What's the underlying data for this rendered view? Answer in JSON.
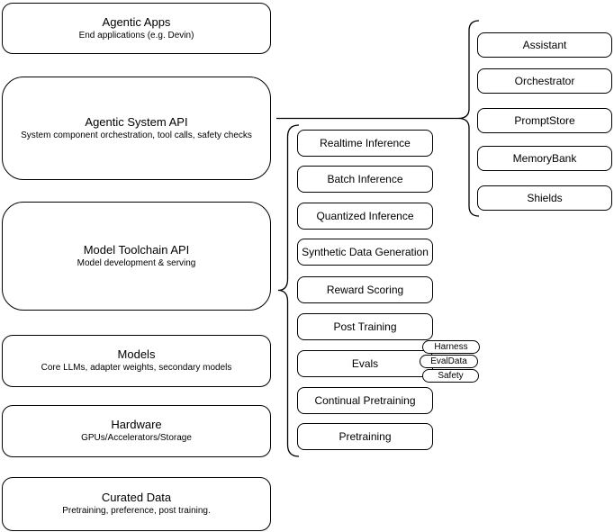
{
  "diagram": {
    "left_column": [
      {
        "title": "Agentic Apps",
        "subtitle": "End applications (e.g. Devin)"
      },
      {
        "title": "Agentic System API",
        "subtitle": "System component orchestration, tool calls, safety checks"
      },
      {
        "title": "Model Toolchain API",
        "subtitle": "Model development & serving"
      },
      {
        "title": "Models",
        "subtitle": "Core LLMs, adapter weights, secondary models"
      },
      {
        "title": "Hardware",
        "subtitle": "GPUs/Accelerators/Storage"
      },
      {
        "title": "Curated Data",
        "subtitle": "Pretraining, preference, post training."
      }
    ],
    "middle_column": [
      "Realtime Inference",
      "Batch Inference",
      "Quantized Inference",
      "Synthetic Data Generation",
      "Reward Scoring",
      "Post Training",
      "Evals",
      "Continual Pretraining",
      "Pretraining"
    ],
    "eval_tags": [
      "Harness",
      "EvalData",
      "Safety"
    ],
    "right_column": [
      "Assistant",
      "Orchestrator",
      "PromptStore",
      "MemoryBank",
      "Shields"
    ],
    "colors": {
      "stroke": "#000000",
      "background": "#ffffff",
      "text": "#000000"
    }
  }
}
